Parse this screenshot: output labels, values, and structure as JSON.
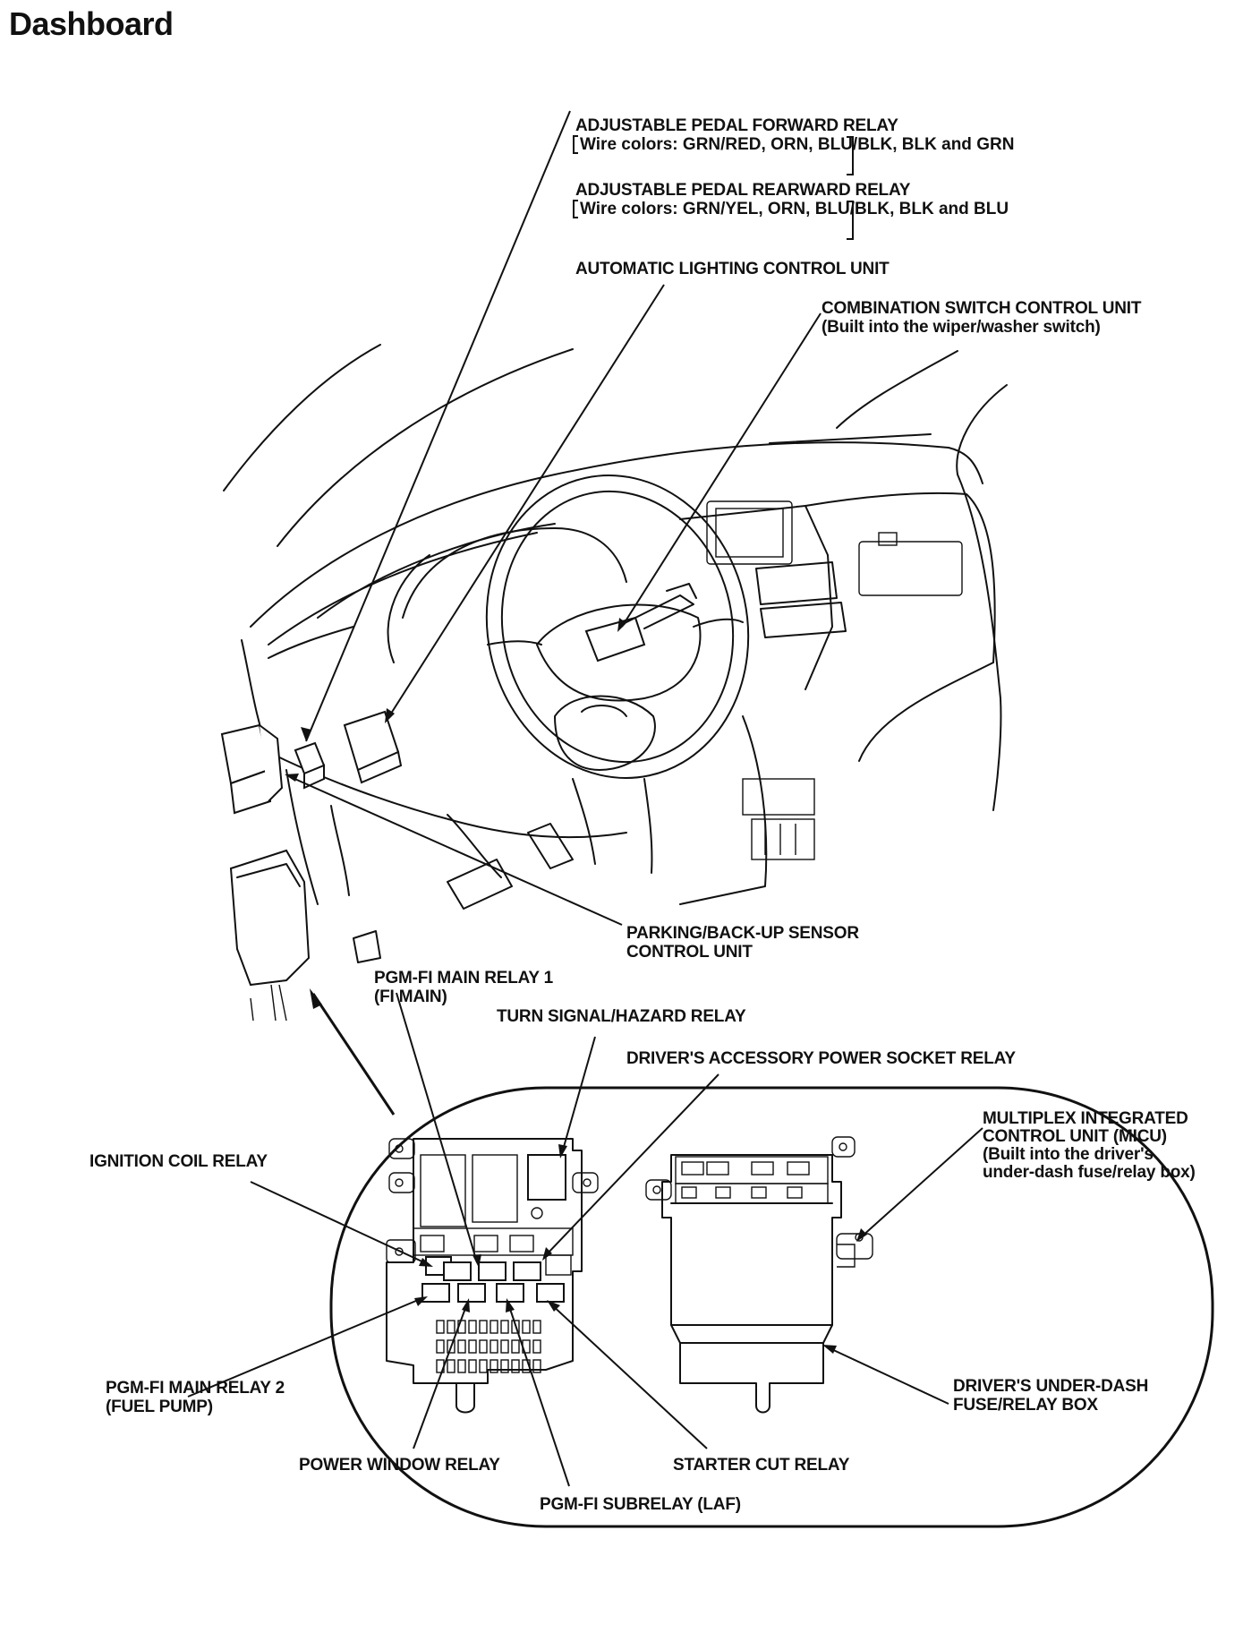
{
  "title": "Dashboard",
  "labels": {
    "pedal_forward": {
      "name": "ADJUSTABLE PEDAL FORWARD RELAY",
      "wires": [
        "Wire colors: GRN/RED, ORN,",
        "BLU/BLK, BLK and GRN"
      ]
    },
    "pedal_rearward": {
      "name": "ADJUSTABLE PEDAL REARWARD RELAY",
      "wires": [
        "Wire colors: GRN/YEL, ORN,",
        "BLU/BLK, BLK and BLU"
      ]
    },
    "auto_lighting": "AUTOMATIC LIGHTING CONTROL UNIT",
    "combination_switch": [
      "COMBINATION SWITCH CONTROL UNIT",
      "(Built into the wiper/washer switch)"
    ],
    "parking_sensor": [
      "PARKING/BACK-UP SENSOR",
      "CONTROL UNIT"
    ],
    "pgm_main_relay_1": [
      "PGM-FI MAIN RELAY 1",
      "(FI MAIN)"
    ],
    "turn_signal": "TURN SIGNAL/HAZARD RELAY",
    "accessory_socket": "DRIVER'S ACCESSORY POWER SOCKET RELAY",
    "micu": [
      "MULTIPLEX INTEGRATED",
      "CONTROL UNIT (MICU)",
      "(Built into the driver's",
      "under-dash fuse/relay box)"
    ],
    "ignition_coil": "IGNITION COIL RELAY",
    "pgm_main_relay_2": [
      "PGM-FI MAIN RELAY 2",
      "(FUEL PUMP)"
    ],
    "fuse_box": [
      "DRIVER'S UNDER-DASH",
      "FUSE/RELAY BOX"
    ],
    "power_window": "POWER WINDOW RELAY",
    "starter_cut": "STARTER CUT RELAY",
    "pgm_subrelay": "PGM-FI SUBRELAY (LAF)"
  }
}
